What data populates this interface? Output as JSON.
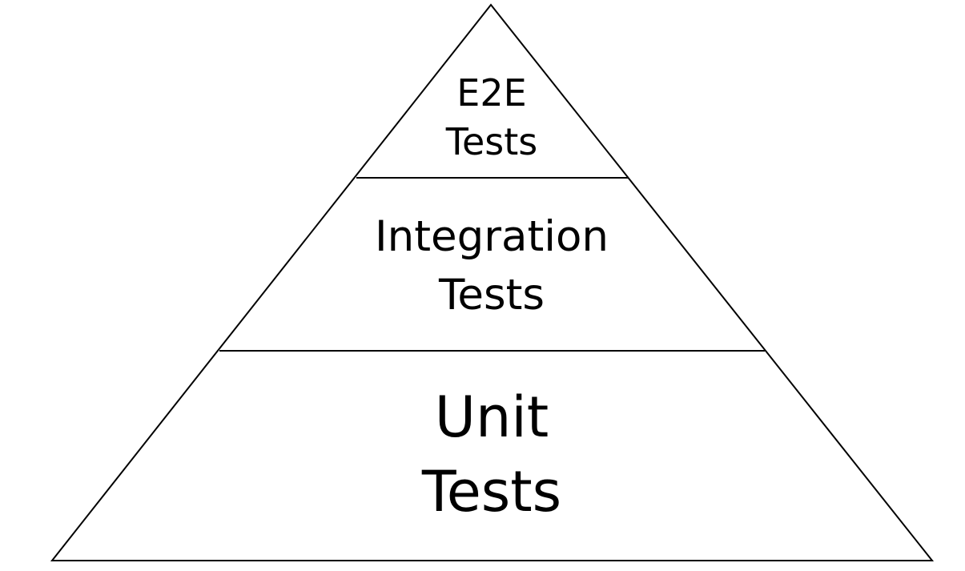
{
  "diagram": {
    "line_color": "#000000",
    "background_color": "#ffffff",
    "tiers": [
      {
        "line1": "E2E",
        "line2": "Tests"
      },
      {
        "line1": "Integration",
        "line2": "Tests"
      },
      {
        "line1": "Unit",
        "line2": "Tests"
      }
    ]
  }
}
